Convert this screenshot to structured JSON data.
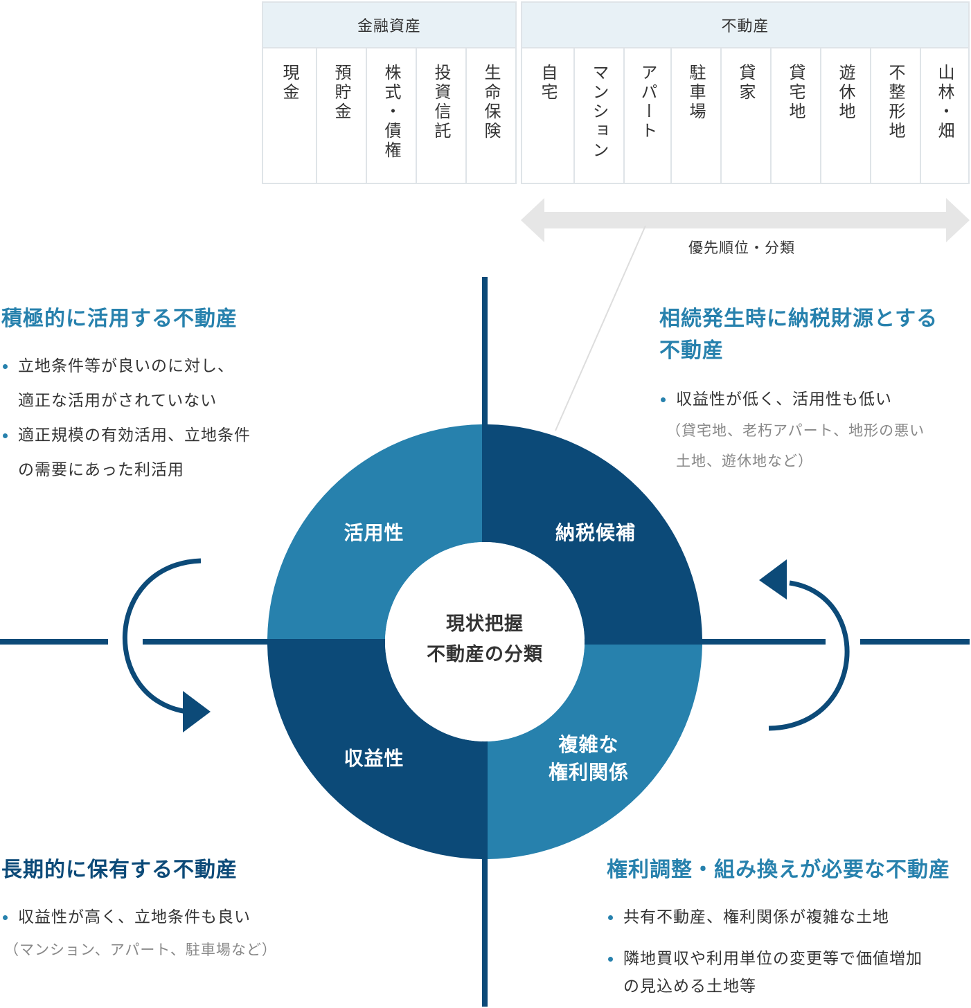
{
  "financial": {
    "header": "金融資産",
    "items": [
      "現金",
      "預貯金",
      "株式・債権",
      "投資信託",
      "生命保険"
    ]
  },
  "realestate": {
    "header": "不動産",
    "items": [
      "自宅",
      "マンション",
      "アパート",
      "駐車場",
      "貸家",
      "貸宅地",
      "遊休地",
      "不整形地",
      "山林・畑"
    ]
  },
  "priority_label": "優先順位・分類",
  "quadrants": {
    "top_left": {
      "title": "積極的に活用する不動産",
      "bullets": [
        {
          "line1": "立地条件等が良いのに対し、",
          "line2": "適正な活用がされていない"
        },
        {
          "line1": "適正規模の有効活用、立地条件",
          "line2": "の需要にあった利活用"
        }
      ]
    },
    "top_right": {
      "title_line1": "相続発生時に納税財源とする",
      "title_line2": "不動産",
      "bullet": "収益性が低く、活用性も低い",
      "note_line1": "（貸宅地、老朽アパート、地形の悪い",
      "note_line2": "土地、遊休地など）"
    },
    "bottom_left": {
      "title": "長期的に保有する不動産",
      "bullet": "収益性が高く、立地条件も良い",
      "note": "（マンション、アパート、駐車場など）"
    },
    "bottom_right": {
      "title": "権利調整・組み換えが必要な不動産",
      "bullets": [
        {
          "line1": "共有不動産、権利関係が複雑な土地",
          "line2": ""
        },
        {
          "line1": "隣地買収や利用単位の変更等で価値増加",
          "line2": "の見込める土地等"
        }
      ]
    }
  },
  "segments": {
    "utilization": "活用性",
    "tax": "納税候補",
    "profitability": "収益性",
    "complex_line1": "複雑な",
    "complex_line2": "権利関係"
  },
  "center": {
    "line1": "現状把握",
    "line2": "不動産の分類"
  },
  "colors": {
    "light": "#2781ad",
    "dark": "#0c4a78",
    "arrow_gray": "#e6e6e6",
    "leader_gray": "#dddddd"
  }
}
